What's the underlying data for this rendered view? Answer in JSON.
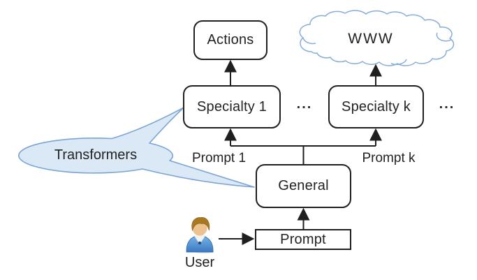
{
  "diagram": {
    "nodes": {
      "actions": {
        "label": "Actions"
      },
      "www": {
        "label": "WWW"
      },
      "specialty_1": {
        "label": "Specialty 1"
      },
      "specialty_k": {
        "label": "Specialty k"
      },
      "general": {
        "label": "General"
      },
      "prompt_box": {
        "label": "Prompt"
      },
      "transformers_callout": {
        "label": "Transformers"
      },
      "user": {
        "label": "User"
      }
    },
    "edge_labels": {
      "prompt_1": "Prompt 1",
      "prompt_k": "Prompt k"
    },
    "ellipsis_between_specialties": "...",
    "ellipsis_after_specialty_k": "...",
    "colors": {
      "callout_fill": "#dbe9f7",
      "callout_stroke": "#7aa4d4",
      "cloud_stroke": "#85add8",
      "line_color": "#1f1f1f",
      "box_fill": "#ffffff"
    }
  }
}
